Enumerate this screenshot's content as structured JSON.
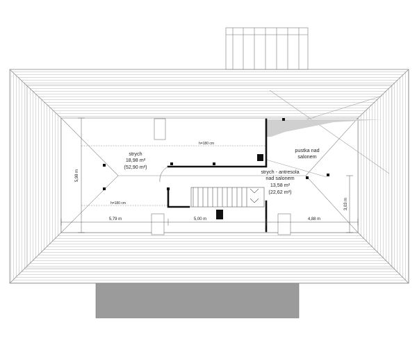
{
  "rooms": {
    "strych": {
      "name": "strych",
      "area": "18,98 m²",
      "area_floor": "(52,90 m²)"
    },
    "antresola": {
      "name_line1": "strych - antresola",
      "name_line2": "nad salonem",
      "area": "13,58 m²",
      "area_floor": "(22,62 m²)"
    },
    "pustka": {
      "name_line1": "pustka nad",
      "name_line2": "salonem"
    }
  },
  "heights": {
    "top": "h=180 cm",
    "bottom": "h=180 cm"
  },
  "dimensions": {
    "left_width": "5,79 m",
    "middle_width": "5,00 m",
    "right_width": "4,88 m",
    "left_height": "5,98 m",
    "right_height": "3,03 m"
  },
  "colors": {
    "roof_line": "#9a9a9a",
    "wall": "#111111",
    "garage_roof": "#9b9b9b",
    "shade": "#d0d0d0"
  }
}
